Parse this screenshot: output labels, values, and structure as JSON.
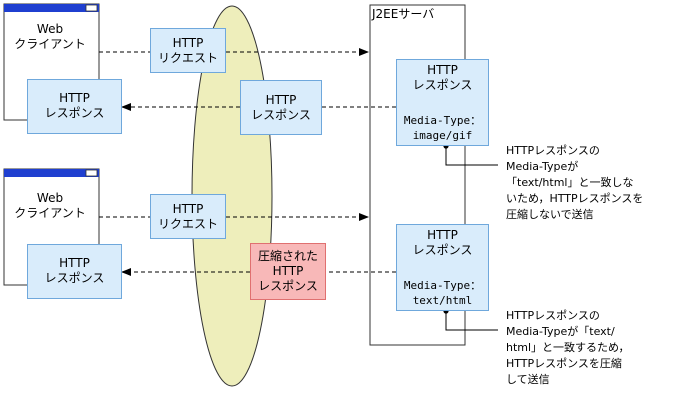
{
  "server": {
    "title": "J2EEサーバ"
  },
  "client_top": {
    "label": "Web\nクライアント",
    "response": "HTTP\nレスポンス"
  },
  "client_bottom": {
    "label": "Web\nクライアント",
    "response": "HTTP\nレスポンス"
  },
  "request_top": "HTTP\nリクエスト",
  "request_bottom": "HTTP\nリクエスト",
  "response_mid_top": "HTTP\nレスポンス",
  "response_mid_bottom": "圧縮された\nHTTP\nレスポンス",
  "server_response_top": {
    "title": "HTTP\nレスポンス",
    "media": "Media-Type：\nimage/gif"
  },
  "server_response_bottom": {
    "title": "HTTP\nレスポンス",
    "media": "Media-Type：\ntext/html"
  },
  "note_top": "HTTPレスポンスの\nMedia-Typeが\n「text/html」と一致しな\nいため，HTTPレスポンスを\n圧縮しないで送信",
  "note_bottom": "HTTPレスポンスの\nMedia-Typeが「text/\nhtml」と一致するため，\nHTTPレスポンスを圧縮\nして送信",
  "colors": {
    "box_fill": "#d9ecfb",
    "box_border": "#6fa8dc",
    "ellipse_fill": "#eeeebb",
    "compressed_fill": "#f8b8b8",
    "title_bar": "#1f3fd0"
  }
}
